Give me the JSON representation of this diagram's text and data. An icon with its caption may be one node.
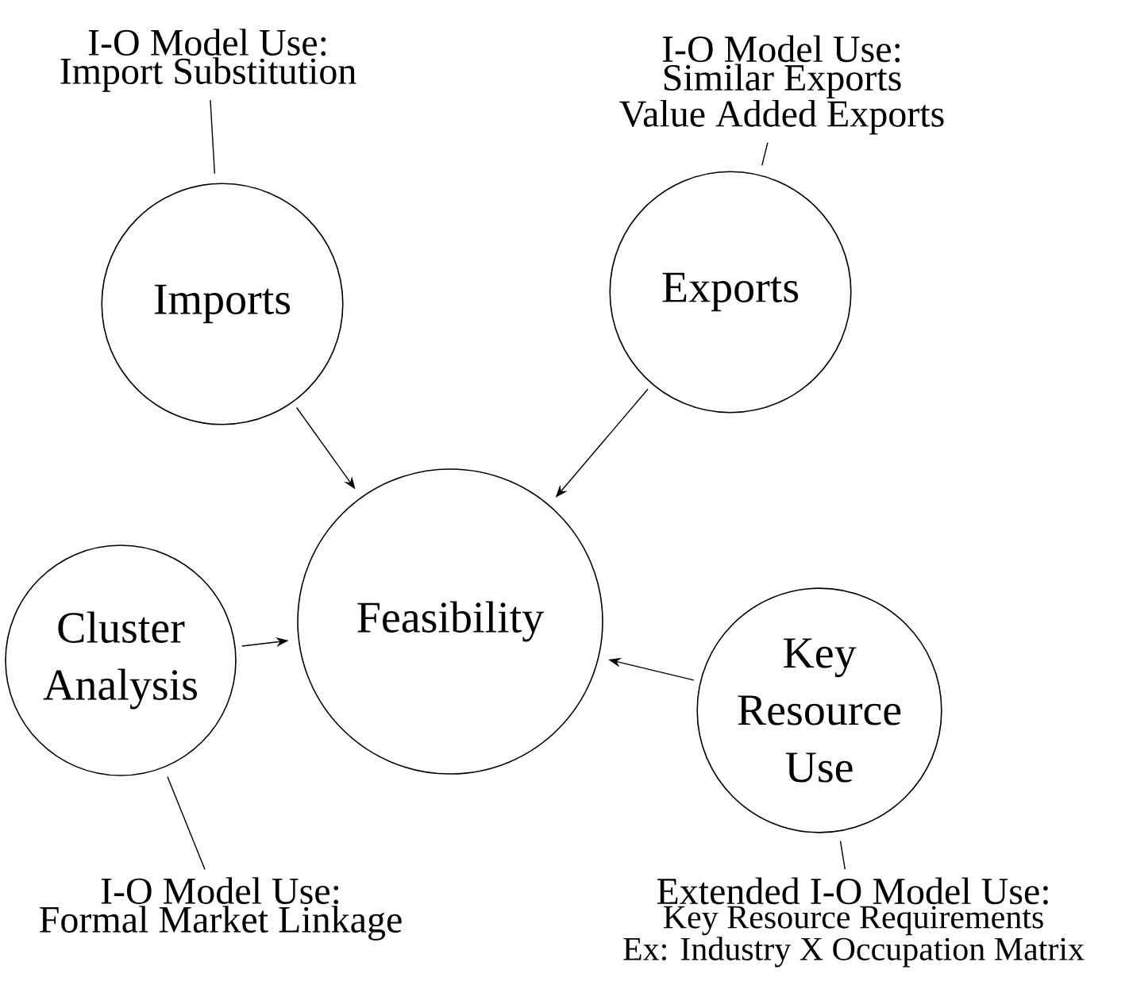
{
  "diagram": {
    "nodes": [
      {
        "text": [
          "Imports"
        ]
      },
      {
        "text": [
          "Exports"
        ]
      },
      {
        "text": [
          "Feasibility"
        ]
      },
      {
        "text": [
          "Cluster Analysis"
        ]
      },
      {
        "text": [
          "Key Resource Use"
        ]
      },
      {
        "text": [
          "I-O Model Use:",
          "Import Substitution"
        ]
      },
      {
        "text": [
          "I-O Model Use:",
          "Similar Exports",
          "Value Added Exports"
        ]
      },
      {
        "text": [
          "I-O Model Use:",
          "Formal Market Linkage"
        ]
      },
      {
        "text": [
          "Extended I-O Model Use:",
          "Key Resource Requirements",
          "Ex: Industry X Occupation Matrix"
        ]
      }
    ],
    "edges": [
      {
        "from": 0,
        "to": 2,
        "arrow": "to"
      },
      {
        "from": 1,
        "to": 2,
        "arrow": "to"
      },
      {
        "from": 3,
        "to": 2,
        "arrow": "to"
      },
      {
        "from": 4,
        "to": 2,
        "arrow": "to"
      },
      {
        "from": 5,
        "to": 0,
        "arrow": "none"
      },
      {
        "from": 6,
        "to": 1,
        "arrow": "none"
      },
      {
        "from": 7,
        "to": 3,
        "arrow": "none"
      },
      {
        "from": 8,
        "to": 4,
        "arrow": "none"
      }
    ]
  }
}
